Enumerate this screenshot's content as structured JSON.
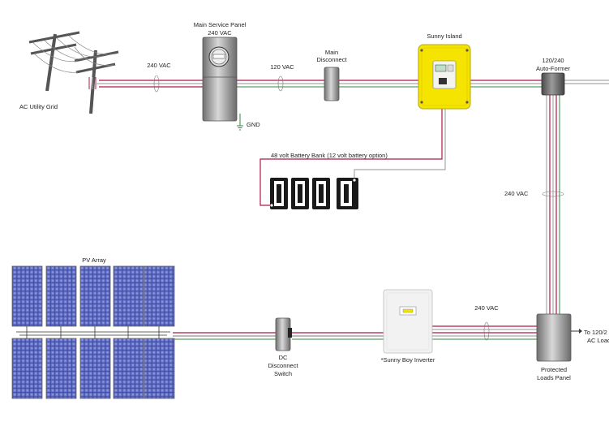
{
  "labels": {
    "grid": "AC Utility Grid",
    "panel_line1": "Main Service Panel",
    "panel_line2": "240 VAC",
    "v_grid": "240 VAC",
    "gnd": "GND",
    "v_120": "120 VAC",
    "main_disc_1": "Main",
    "main_disc_2": "Disconnect",
    "sunny_island": "Sunny Island",
    "autoformer_1": "120/240",
    "autoformer_2": "Auto-Former",
    "battery_bank": "48 volt Battery Bank (12 volt battery option)",
    "v_vertical": "240 VAC",
    "pv_array": "PV Array",
    "dc_1": "DC",
    "dc_2": "Disconnect",
    "dc_3": "Switch",
    "sunny_boy": "*Sunny Boy Inverter",
    "v_out": "240 VAC",
    "loads_1": "Protected",
    "loads_2": "Loads Panel",
    "to_1": "To 120/2",
    "to_2": "AC Load"
  },
  "colors": {
    "hot": "#b0184a",
    "neutral": "#a9a9a9",
    "ground": "#2e8b3a",
    "inverter_yellow": "#f5e400",
    "panel_gray": "#8f8f8f",
    "pv_blue": "#3f4fa8"
  }
}
